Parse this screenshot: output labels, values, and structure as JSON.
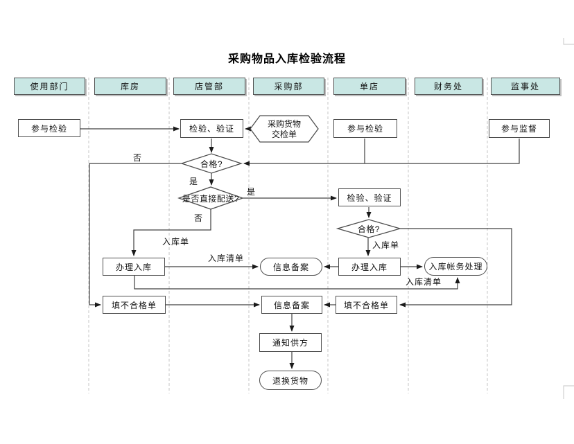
{
  "title": "采购物品入库检验流程",
  "lanes": [
    {
      "label": "使用部门"
    },
    {
      "label": "库房"
    },
    {
      "label": "店管部"
    },
    {
      "label": "采购部"
    },
    {
      "label": "单店"
    },
    {
      "label": "财务处"
    },
    {
      "label": "监事处"
    }
  ],
  "nodes": {
    "canyu_jianyan_user": "参与检验",
    "jianyan_yanzheng_store": "检验、验证",
    "hexagon_line1": "采购货物",
    "hexagon_line2": "交检单",
    "canyu_jianyan_shop": "参与检验",
    "canyu_jiandu": "参与监督",
    "hege_1": "合格?",
    "zhijie_peisong": "是否直接配送?",
    "jianyan_yanzheng_shop": "检验、验证",
    "hege_2": "合格?",
    "banli_ruku_warehouse": "办理入库",
    "xinxi_beian_mid": "信息备案",
    "banli_ruku_shop": "办理入库",
    "ruku_zhangwu_chuli": "入库帐务处理",
    "tian_buhege_warehouse": "填不合格单",
    "xinxi_beian_bottom": "信息备案",
    "tian_buhege_shop": "填不合格单",
    "tongzhi_gongfang": "通知供方",
    "tuihuan_huowu": "退换货物"
  },
  "edge_labels": {
    "no_1": "否",
    "yes_1": "是",
    "yes_2": "是",
    "no_2": "否",
    "ruku_dan_1": "入库单",
    "ruku_dan_2": "入库单",
    "ruku_qingdan_1": "入库清单",
    "ruku_qingdan_2": "入库清单"
  },
  "colors": {
    "lane_header_fill": "#c9e7e4",
    "shape_border": "#4d4d4d",
    "connector": "#404040",
    "divider": "#c4c4c4"
  }
}
